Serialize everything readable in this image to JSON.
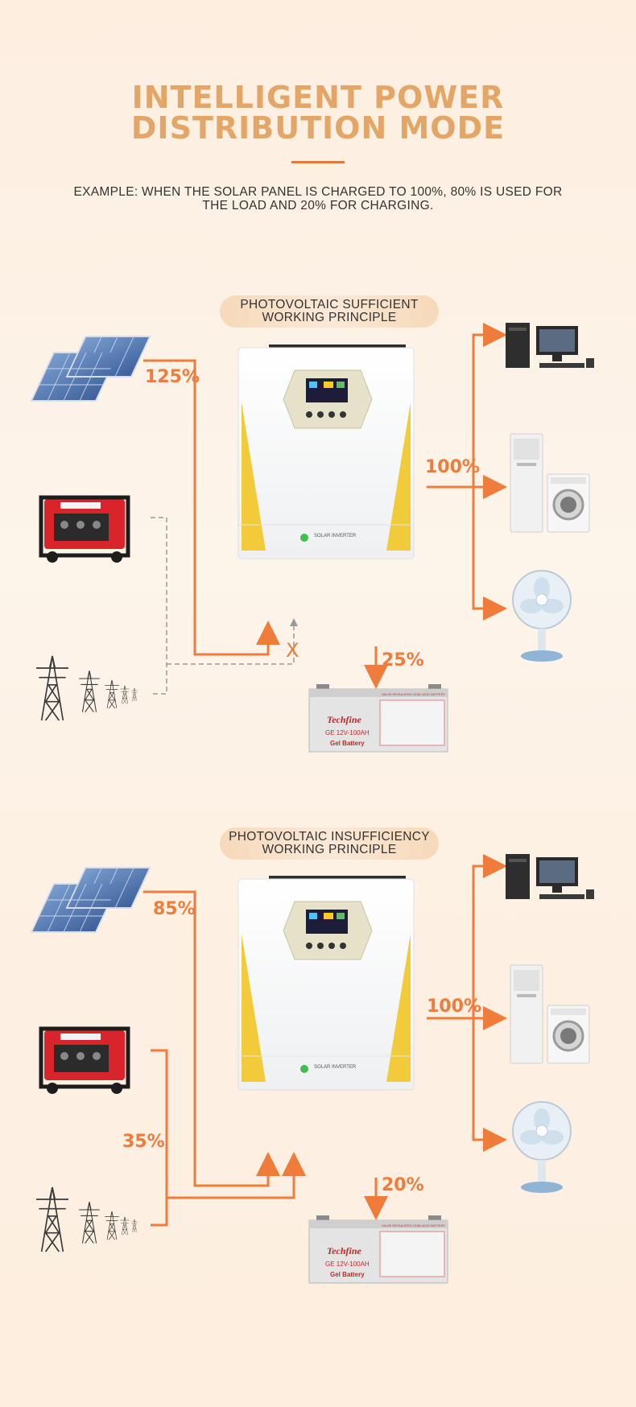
{
  "header": {
    "title_line1": "INTELLIGENT POWER",
    "title_line2": "DISTRIBUTION MODE",
    "subtitle_line1": "EXAMPLE: WHEN THE SOLAR PANEL IS CHARGED TO 100%, 80% IS USED FOR",
    "subtitle_line2": "THE LOAD AND 20% FOR CHARGING."
  },
  "colors": {
    "accent": "#ef7c3b",
    "title": "#e3a666",
    "dashed": "#999999"
  },
  "sections": [
    {
      "label_line1": "PHOTOVOLTAIC SUFFICIENT",
      "label_line2": "WORKING PRINCIPLE",
      "solar_pct": "125%",
      "load_pct": "100%",
      "battery_pct": "25%",
      "grid_pct": "",
      "grid_blocked_mark": "X"
    },
    {
      "label_line1": "PHOTOVOLTAIC INSUFFICIENCY",
      "label_line2": "WORKING PRINCIPLE",
      "solar_pct": "85%",
      "load_pct": "100%",
      "battery_pct": "20%",
      "grid_pct": "35%",
      "grid_blocked_mark": ""
    }
  ],
  "battery": {
    "brand": "Techfine",
    "model": "GE 12V-100AH",
    "type": "Gel Battery",
    "spec_title": "VALVE REGULATED LEAD-ACID BATTERY"
  },
  "inverter": {
    "brand_label": "SOLAR INVERTER"
  },
  "icons": [
    "solar-panel-icon",
    "generator-icon",
    "power-tower-icon",
    "inverter-icon",
    "battery-icon",
    "computer-icon",
    "air-conditioner-icon",
    "washing-machine-icon",
    "fan-icon"
  ]
}
